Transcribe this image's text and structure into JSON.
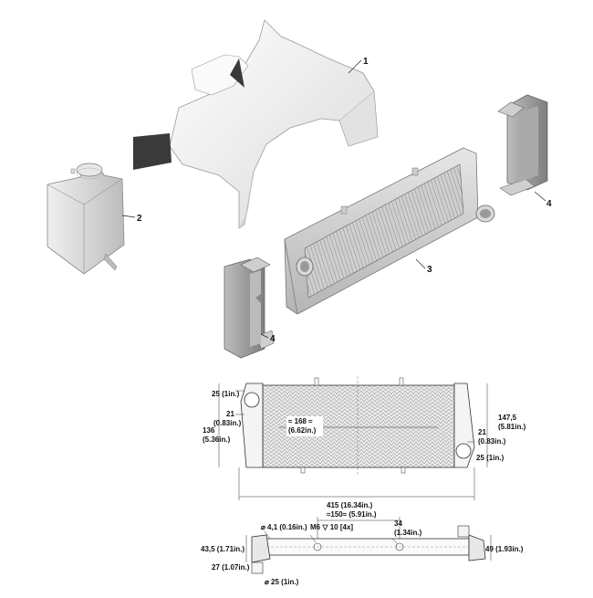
{
  "callouts": {
    "c1": "1",
    "c2": "2",
    "c3": "3",
    "c4a": "4",
    "c4b": "4"
  },
  "front_view": {
    "d25_top": "25 (1in.)",
    "d21_left_a": "21",
    "d21_left_b": "(0.83in.)",
    "d168_a": "≈ 168 ≈",
    "d168_b": "(6.62in.)",
    "d136_a": "136",
    "d136_b": "(5.36in.)",
    "d147_a": "147,5",
    "d147_b": "(5.81in.)",
    "d21_right_a": "21",
    "d21_right_b": "(0.83in.)",
    "d25_right": "25 (1in.)",
    "d415": "415 (16.34in.)"
  },
  "side_view": {
    "d150": "≈150≈ (5.91in.)",
    "d41": "⌀ 4,1 (0.16in.)",
    "dm6": "M6 ▽ 10 [4x]",
    "d34_a": "34",
    "d34_b": "(1.34in.)",
    "d435": "43,5 (1.71in.)",
    "d27": "27 (1.07in.)",
    "d49": "49 (1.93in.)",
    "d25": "⌀ 25 (1in.)"
  },
  "colors": {
    "line": "#222222",
    "part_light": "#f2f2f2",
    "part_mid": "#cfcfcf",
    "part_dark": "#8a8a8a",
    "opening": "#3a3a3a"
  }
}
